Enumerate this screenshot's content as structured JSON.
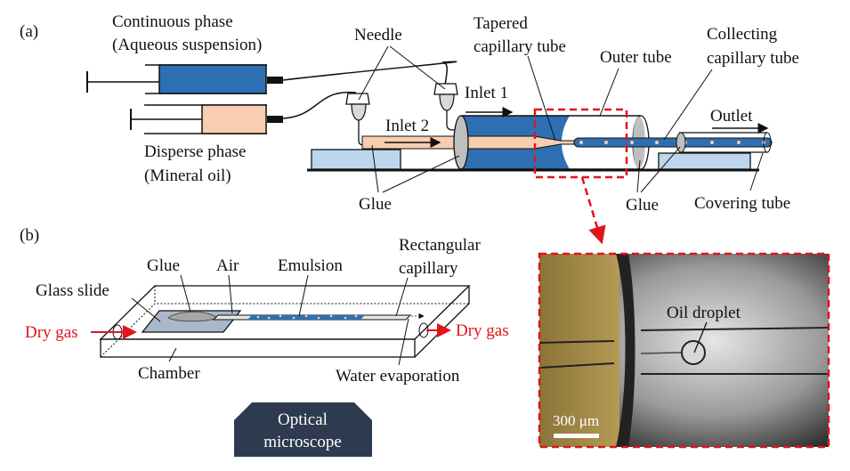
{
  "panel_a": {
    "label": "(a)",
    "continuous_phase": {
      "line1": "Continuous phase",
      "line2": "(Aqueous suspension)"
    },
    "disperse_phase": {
      "line1": "Disperse phase",
      "line2": "(Mineral oil)"
    },
    "needle": "Needle",
    "inlet1": "Inlet 1",
    "inlet2": "Inlet 2",
    "tapered": {
      "line1": "Tapered",
      "line2": "capillary tube"
    },
    "outer_tube": "Outer tube",
    "collecting": {
      "line1": "Collecting",
      "line2": "capillary tube"
    },
    "outlet": "Outlet",
    "glue_left": "Glue",
    "glue_right": "Glue",
    "covering_tube": "Covering tube"
  },
  "panel_b": {
    "label": "(b)",
    "glue": "Glue",
    "air": "Air",
    "emulsion": "Emulsion",
    "rect_capillary": {
      "line1": "Rectangular",
      "line2": "capillary"
    },
    "glass_slide": "Glass slide",
    "dry_gas_in": "Dry gas",
    "dry_gas_out": "Dry gas",
    "chamber": "Chamber",
    "water_evaporation": "Water evaporation",
    "microscope": {
      "line1": "Optical",
      "line2": "microscope"
    }
  },
  "micrograph": {
    "oil_droplet": "Oil droplet",
    "scale_bar": "300 μm"
  },
  "colors": {
    "aqueous": "#2e6fb3",
    "oil": "#f8cdb0",
    "support": "#bcd6ee",
    "glue": "#bfbfbf",
    "highlight": "#e0141b",
    "microscope": "#2e3a4f"
  }
}
